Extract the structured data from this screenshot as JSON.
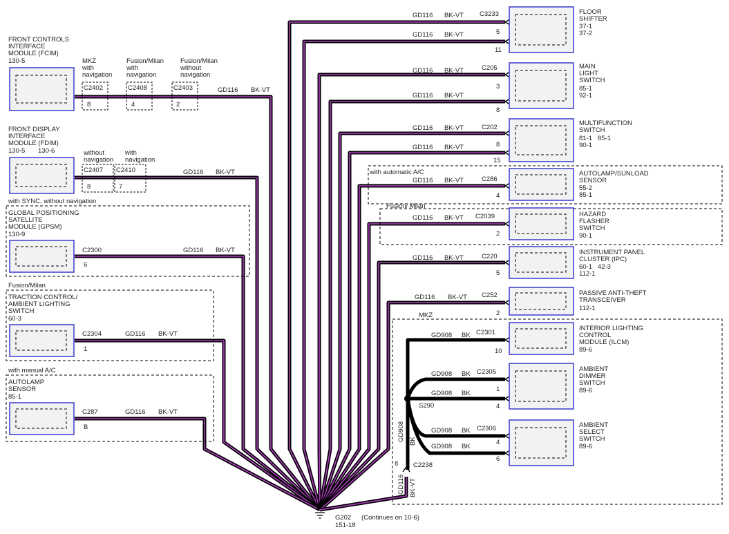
{
  "circuit": "GD116",
  "color": "BK-VT",
  "left_modules": [
    {
      "id": "fcim",
      "title": [
        "FRONT CONTROLS",
        "INTERFACE",
        "MODULE (FCIM)"
      ],
      "page_refs": [
        "130-5"
      ],
      "condition": "",
      "connectors": [
        {
          "note": [
            "MKZ",
            "with",
            "navigation"
          ],
          "name": "C2402",
          "pin": "8"
        },
        {
          "note": [
            "Fusion/Milan",
            "with",
            "navigation"
          ],
          "name": "C2408",
          "pin": "4"
        },
        {
          "note": [
            "Fusion/Milan",
            "without",
            "navigation"
          ],
          "name": "C2403",
          "pin": "2"
        }
      ]
    },
    {
      "id": "fdim",
      "title": [
        "FRONT DISPLAY",
        "INTERFACE",
        "MODULE (FDIM)"
      ],
      "page_refs": [
        "130-5",
        "130-6"
      ],
      "condition": "",
      "connectors": [
        {
          "note": [
            "without",
            "navigation"
          ],
          "name": "C2407",
          "pin": "8"
        },
        {
          "note": [
            "with",
            "navigation"
          ],
          "name": "C2410",
          "pin": "7"
        }
      ]
    },
    {
      "id": "gpsm",
      "title": [
        "GLOBAL POSITIONING",
        "SATELLITE",
        "MODULE (GPSM)"
      ],
      "page_refs": [
        "130-9"
      ],
      "condition": "with SYNC, without navigation",
      "connectors": [
        {
          "note": [],
          "name": "C2300",
          "pin": "6"
        }
      ]
    },
    {
      "id": "traction",
      "title": [
        "TRACTION CONTROL/",
        "AMBIENT LIGHTING",
        "SWITCH"
      ],
      "page_refs": [
        "60-3"
      ],
      "condition": "Fusion/Milan",
      "connectors": [
        {
          "note": [],
          "name": "C2304",
          "pin": "1"
        }
      ]
    },
    {
      "id": "autolamp",
      "title": [
        "AUTOLAMP",
        "SENSOR"
      ],
      "page_refs": [
        "85-1"
      ],
      "condition": "with manual A/C",
      "connectors": [
        {
          "note": [],
          "name": "C287",
          "pin": "B"
        }
      ]
    }
  ],
  "right_modules": [
    {
      "id": "floor",
      "title": [
        "FLOOR",
        "SHIFTER"
      ],
      "page_refs": [
        "37-1",
        "37-2"
      ],
      "connector": "C3233",
      "pins": [
        "5",
        "11"
      ],
      "condition": ""
    },
    {
      "id": "mainlight",
      "title": [
        "MAIN",
        "LIGHT",
        "SWITCH"
      ],
      "page_refs": [
        "85-1",
        "92-1"
      ],
      "connector": "C205",
      "pins": [
        "3",
        "8"
      ],
      "condition": ""
    },
    {
      "id": "multifunction",
      "title": [
        "MULTIFUNCTION",
        "SWITCH"
      ],
      "page_refs": [
        "81-1   85-1",
        "90-1"
      ],
      "connector": "C202",
      "pins": [
        "8",
        "15"
      ],
      "condition": ""
    },
    {
      "id": "sunload",
      "title": [
        "AUTOLAMP/SUNLOAD",
        "SENSOR"
      ],
      "page_refs": [
        "55-2",
        "85-1"
      ],
      "connector": "C286",
      "pins": [
        "4"
      ],
      "condition": "with automatic A/C"
    },
    {
      "id": "hazard",
      "title": [
        "HAZARD",
        "FLASHER",
        "SWITCH"
      ],
      "page_refs": [
        "90-1"
      ],
      "connector": "C2039",
      "pins": [
        "2"
      ],
      "condition": "Fusion/ Milan"
    },
    {
      "id": "ipc",
      "title": [
        "INSTRUMENT PANEL",
        "CLUSTER (IPC)"
      ],
      "page_refs": [
        "60-1   42-3",
        "112-1"
      ],
      "connector": "C220",
      "pins": [
        "5"
      ],
      "condition": ""
    },
    {
      "id": "pats",
      "title": [
        "PASSIVE ANTI-THEFT",
        "TRANSCEIVER"
      ],
      "page_refs": [
        "112-1"
      ],
      "connector": "C252",
      "pins": [
        "2"
      ],
      "condition": ""
    }
  ],
  "mkz_group": {
    "condition": "MKZ",
    "circuit": "GD908",
    "color": "BK",
    "modules": [
      {
        "id": "ilcm",
        "title": [
          "INTERIOR LIGHTING",
          "CONTROL",
          "MODULE (ILCM)"
        ],
        "page_refs": [
          "89-6"
        ],
        "connector": "C2301",
        "pins": [
          "10"
        ]
      },
      {
        "id": "dimmer",
        "title": [
          "AMBIENT",
          "DIMMER",
          "SWITCH"
        ],
        "page_refs": [
          "89-6"
        ],
        "connector": "C2305",
        "pins": [
          "1",
          "4"
        ]
      },
      {
        "id": "select",
        "title": [
          "AMBIENT",
          "SELECT",
          "SWITCH"
        ],
        "page_refs": [
          "89-6"
        ],
        "connector": "C2306",
        "pins": [
          "4",
          "6"
        ]
      }
    ],
    "splice": "S290",
    "down_connector": "C2238",
    "down_pin": "8"
  },
  "ground": {
    "name": "G202",
    "note": "(Continues on 10-6)",
    "page_ref": "151-18"
  }
}
